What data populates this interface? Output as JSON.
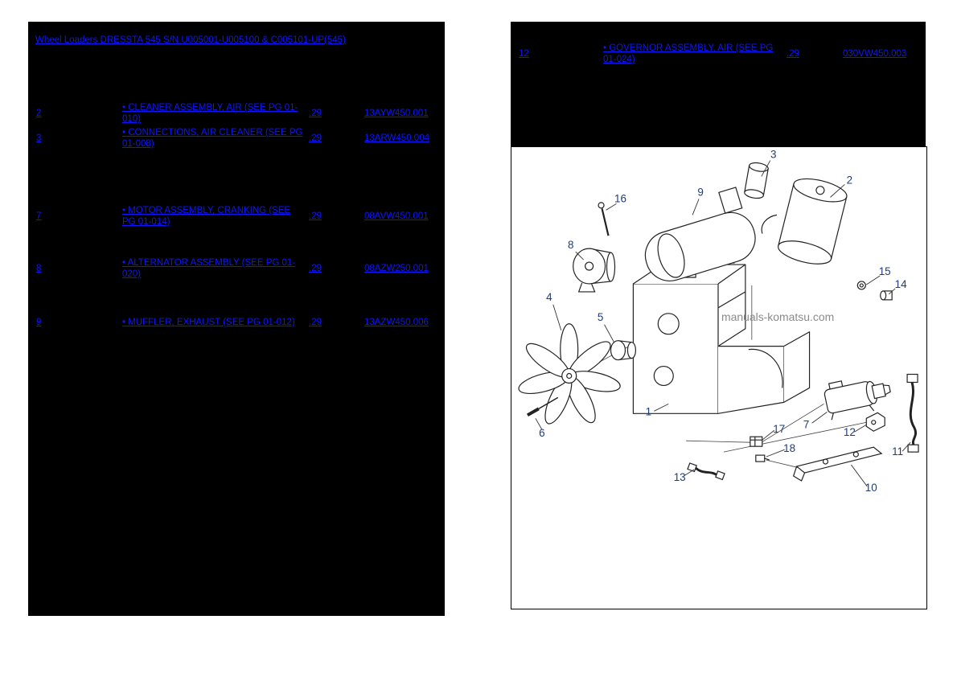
{
  "left_panel": {
    "title": "Wheel Loaders DRESSTA 545 S/N U005001-U005100 & C005101-UP(545)",
    "rows": [
      {
        "item": "2",
        "description": "• CLEANER ASSEMBLY, AIR (SEE PG 01-010)",
        "qty": ".29",
        "part_no": "13AYW450.001"
      },
      {
        "item": "3",
        "description": "• CONNECTIONS, AIR CLEANER (SEE PG 01-008)",
        "qty": ".29",
        "part_no": "13ARW450.004"
      },
      {
        "item": "7",
        "description": "• MOTOR ASSEMBLY, CRANKING (SEE PG 01-014)",
        "qty": ".29",
        "part_no": "08AVW450.001"
      },
      {
        "item": "8",
        "description": "• ALTERNATOR ASSEMBLY (SEE PG 01-020)",
        "qty": ".29",
        "part_no": "08AZW250.001"
      },
      {
        "item": "9",
        "description": "• MUFFLER, EXHAUST (SEE PG 01-012)",
        "qty": ".29",
        "part_no": "13AZW450.006"
      }
    ]
  },
  "right_panel": {
    "rows": [
      {
        "item": "12",
        "description": "• GOVERNOR ASSEMBLY, AIR (SEE PG 01-024)",
        "qty": ".29",
        "part_no": "030VW450.003"
      }
    ]
  },
  "diagram": {
    "watermark": "manuals-komatsu.com",
    "callouts": [
      "1",
      "2",
      "3",
      "4",
      "5",
      "6",
      "7",
      "8",
      "9",
      "10",
      "11",
      "12",
      "13",
      "14",
      "15",
      "16",
      "17",
      "18"
    ]
  },
  "colors": {
    "panel_bg": "#000000",
    "link": "#0d16ff",
    "callout": "#1d3d7e",
    "watermark": "#8a8a8a"
  }
}
